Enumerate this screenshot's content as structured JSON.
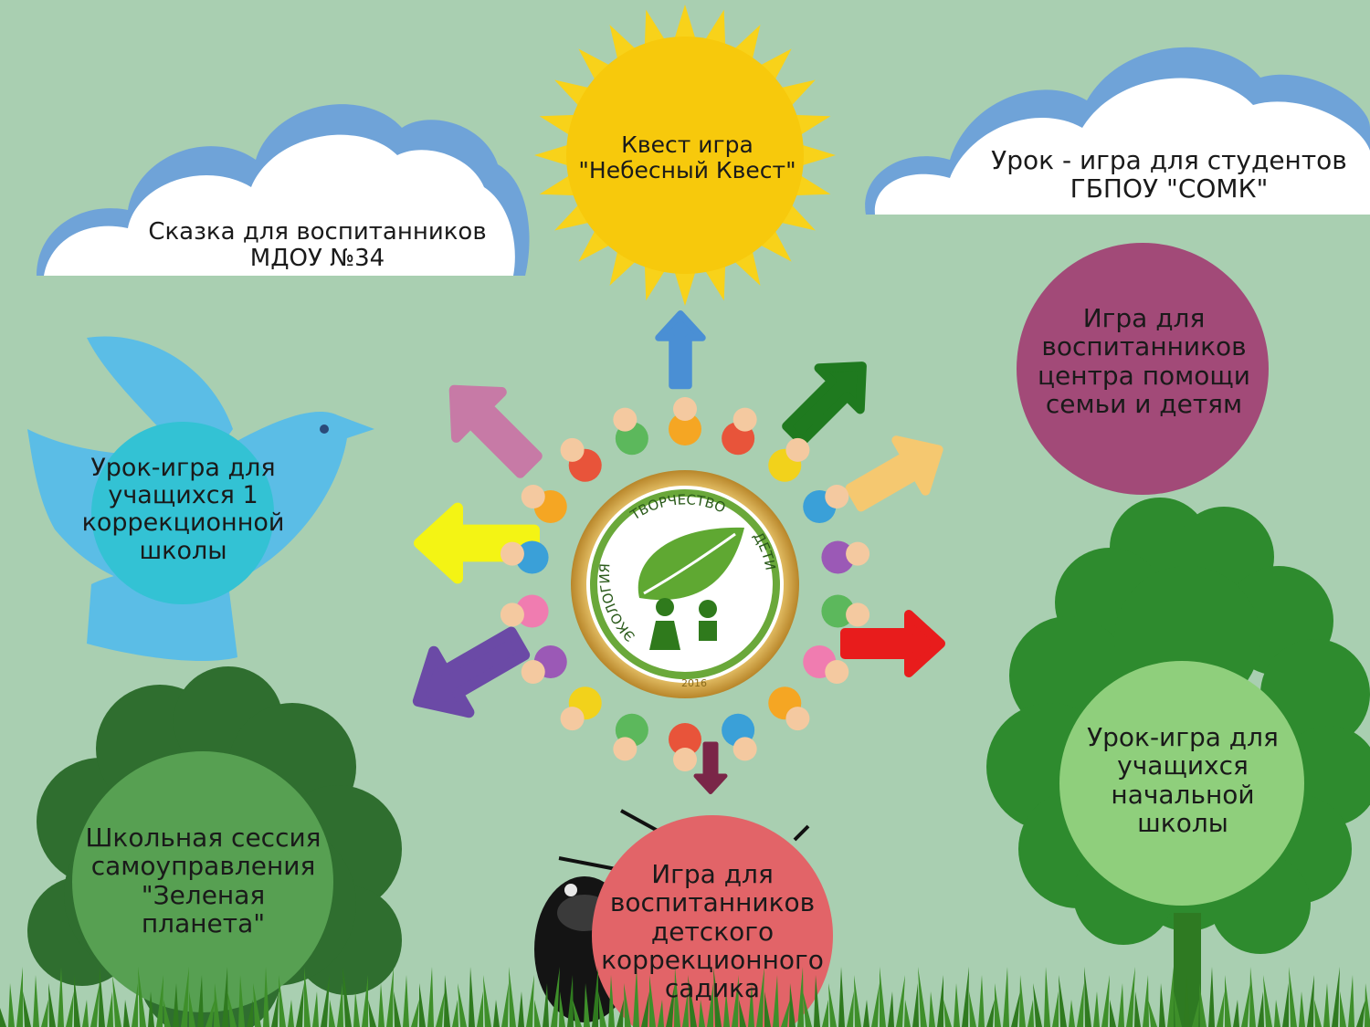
{
  "colors": {
    "background": "#a9cfb1",
    "cloud_outline": "#6fa3d8",
    "sun": "#f7c90c",
    "sun_rays": "#f8d21a",
    "magenta_circle": "#a24a78",
    "bird": "#5bbde6",
    "cyan_circle": "#33c2d4",
    "dark_green_bush": "#2f6e2f",
    "green_circle": "#57a052",
    "red_circle": "#e26468",
    "tree_green": "#2e8b2e",
    "light_green_circle": "#8fcf7c",
    "grass": "#3e8f2a"
  },
  "center_emblem": {
    "top_text": "ТВОРЧЕСТВО",
    "left_text": "ЭКОЛОГИЯ",
    "right_text": "ДЕТИ",
    "year": "2016"
  },
  "nodes": {
    "sun": {
      "lines": [
        "Квест игра",
        "\"Небесный Квест\""
      ]
    },
    "cloud_left": {
      "lines": [
        "Сказка для воспитанников",
        "МДОУ №34"
      ]
    },
    "cloud_right": {
      "lines": [
        "Урок - игра для студентов",
        "ГБПОУ \"СОМК\""
      ]
    },
    "magenta": {
      "lines": [
        "Игра для",
        "воспитанников",
        "центра помощи",
        "семьи и детям"
      ]
    },
    "bird": {
      "lines": [
        "Урок-игра для",
        "учащихся 1",
        "коррекционной",
        "школы"
      ]
    },
    "light_green": {
      "lines": [
        "Урок-игра для",
        "учащихся",
        "начальной",
        "школы"
      ]
    },
    "green": {
      "lines": [
        "Школьная сессия",
        "самоуправления",
        "\"Зеленая",
        "планета\""
      ]
    },
    "red": {
      "lines": [
        "Игра для",
        "воспитанников",
        "детского",
        "коррекционного",
        "садика"
      ]
    }
  },
  "arrows": [
    {
      "name": "arrow-up-blue",
      "color": "#4a8fd4"
    },
    {
      "name": "arrow-upleft-pink",
      "color": "#c77aa6"
    },
    {
      "name": "arrow-upright-darkgreen",
      "color": "#1f7a1f"
    },
    {
      "name": "arrow-right-peach",
      "color": "#f5c870"
    },
    {
      "name": "arrow-left-yellow",
      "color": "#f4f414"
    },
    {
      "name": "arrow-right-red",
      "color": "#e81c1c"
    },
    {
      "name": "arrow-downleft-purple",
      "color": "#6b4aa6"
    },
    {
      "name": "arrow-down-maroon",
      "color": "#7a2648"
    }
  ]
}
